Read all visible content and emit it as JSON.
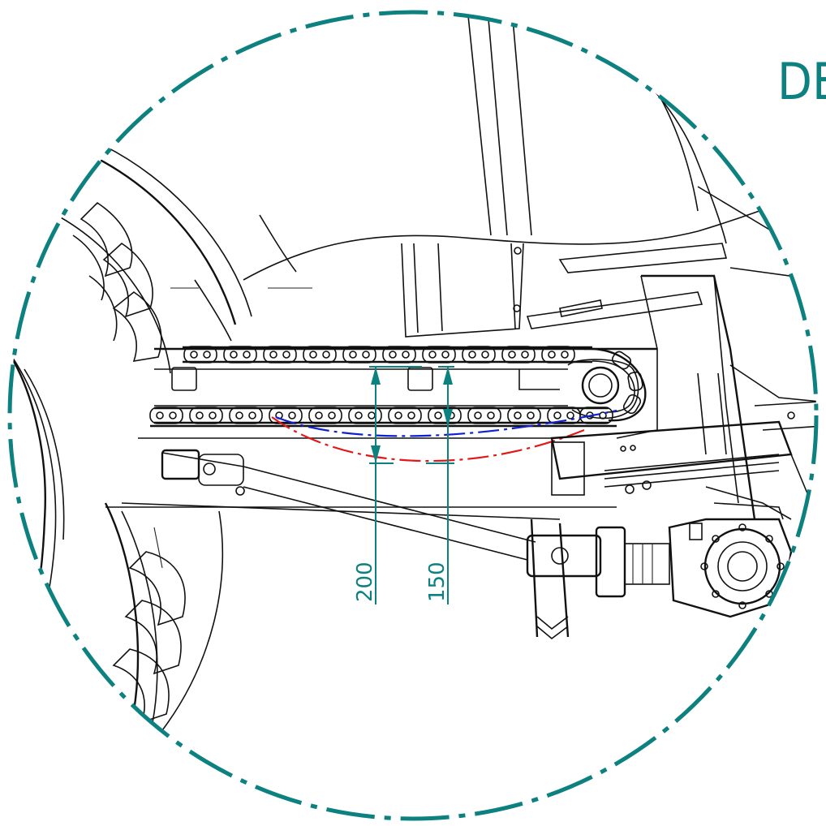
{
  "detail_label": "DE",
  "dimensions": [
    {
      "value": "200"
    },
    {
      "value": "150"
    }
  ],
  "colors": {
    "detail_circle": "#0d8080",
    "dimension": "#0d8080",
    "chain_sag_blue": "#1020d0",
    "chain_sag_red": "#e01818",
    "linework": "#111111"
  }
}
